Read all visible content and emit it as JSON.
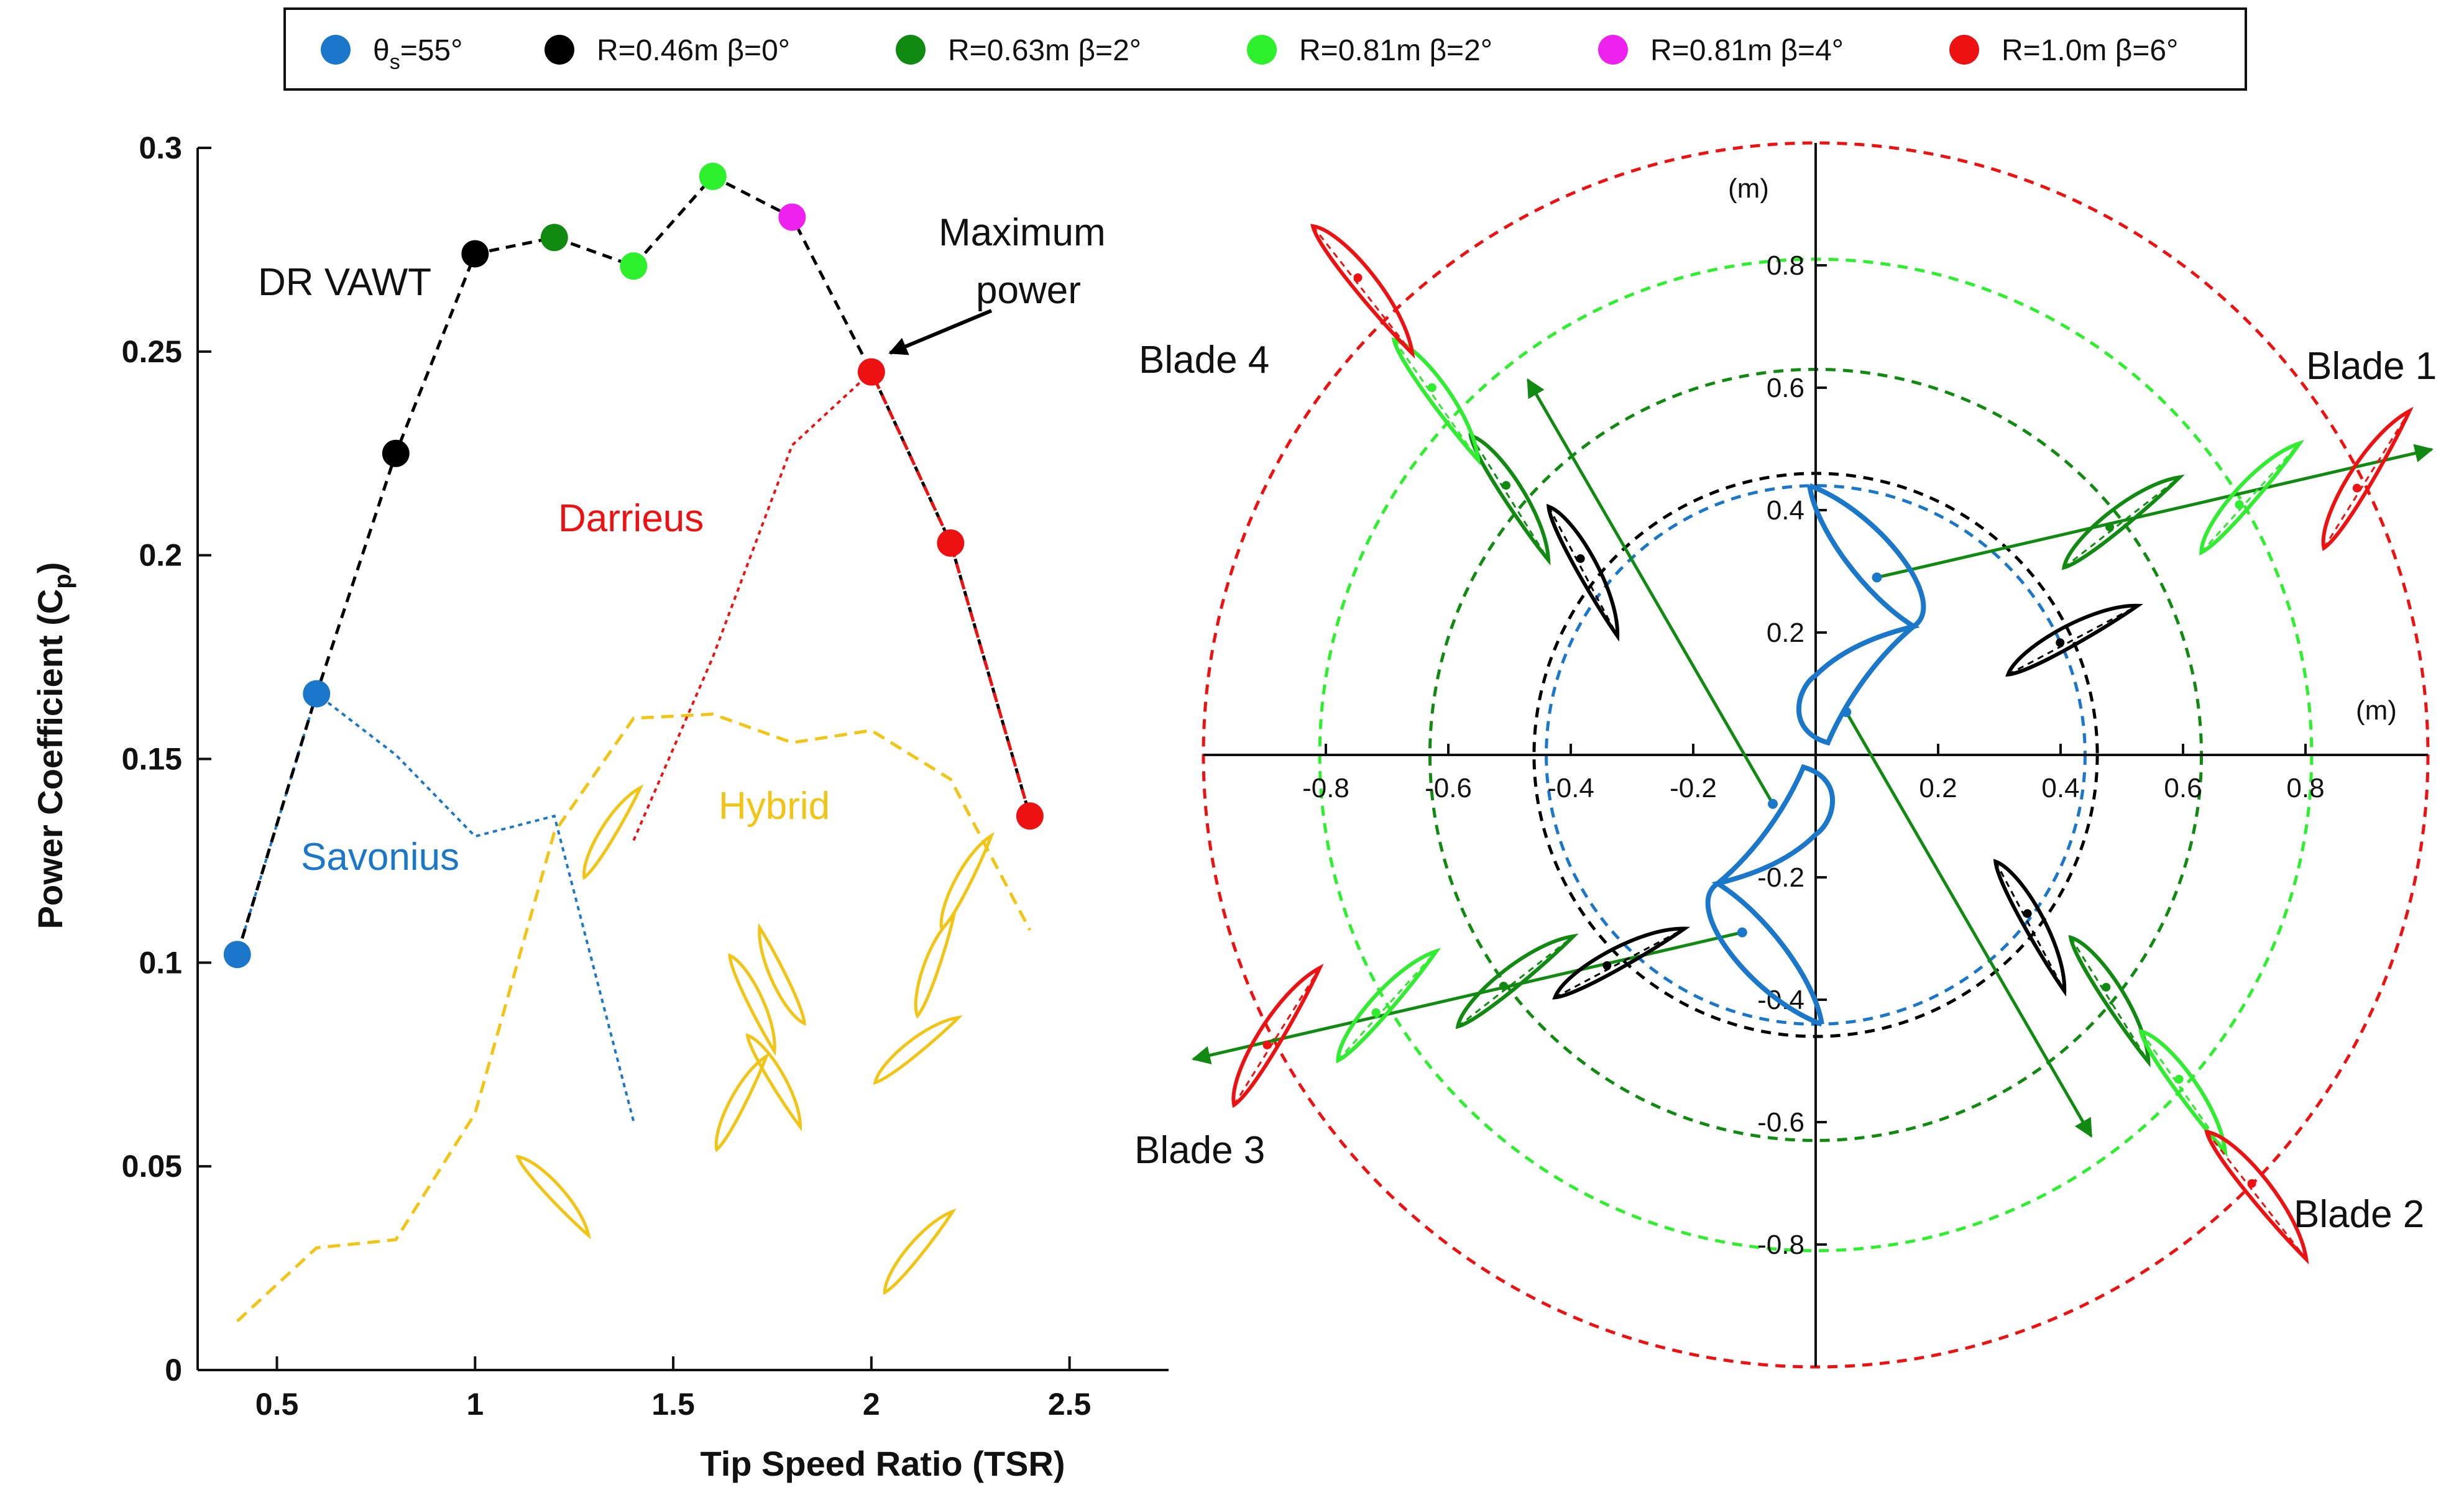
{
  "colors": {
    "blue": "#1a77c9",
    "black": "#000000",
    "darkgreen": "#108a10",
    "green": "#2df02d",
    "magenta": "#ee22ee",
    "red": "#ee1111",
    "yellow": "#f2c414",
    "axis": "#111111"
  },
  "legend": {
    "items": [
      {
        "label": "θs=55°",
        "color": "#1a77c9"
      },
      {
        "label": "R=0.46m β=0°",
        "color": "#000000"
      },
      {
        "label": "R=0.63m β=2°",
        "color": "#108a10"
      },
      {
        "label": "R=0.81m β=2°",
        "color": "#2df02d"
      },
      {
        "label": "R=0.81m β=4°",
        "color": "#ee22ee"
      },
      {
        "label": "R=1.0m β=6°",
        "color": "#ee1111"
      }
    ]
  },
  "chart_data": [
    {
      "type": "line",
      "xlabel": "Tip Speed Ratio (TSR)",
      "ylabel": "Power Coefficient (Cp)",
      "xlim": [
        0.3,
        2.75
      ],
      "ylim": [
        0,
        0.3
      ],
      "xticks": [
        "0.5",
        "1",
        "1.5",
        "2",
        "2.5"
      ],
      "yticks": [
        "0",
        "0.05",
        "0.1",
        "0.15",
        "0.2",
        "0.25",
        "0.3"
      ],
      "grid": false,
      "annotations": {
        "dr_vawt": "DR VAWT",
        "maximum": "Maximum",
        "power": "power",
        "darrieus": "Darrieus",
        "savonius": "Savonius",
        "hybrid": "Hybrid"
      },
      "series": [
        {
          "kind": "dr_vawt",
          "color": "#000000",
          "x": [
            0.4,
            0.6,
            0.8,
            1.0,
            1.2,
            1.4,
            1.6,
            1.8,
            2.0,
            2.2,
            2.4
          ],
          "y": [
            0.102,
            0.166,
            0.225,
            0.274,
            0.278,
            0.271,
            0.293,
            0.283,
            0.245,
            0.203,
            0.136
          ],
          "marker_colors": [
            "#1a77c9",
            "#1a77c9",
            "#000000",
            "#000000",
            "#108a10",
            "#2df02d",
            "#2df02d",
            "#ee22ee",
            "#ee1111",
            "#ee1111",
            "#ee1111"
          ]
        },
        {
          "kind": "savonius",
          "color": "#1a77c9",
          "x": [
            0.4,
            0.6,
            0.8,
            1.0,
            1.2,
            1.4
          ],
          "y": [
            0.102,
            0.166,
            0.151,
            0.131,
            0.136,
            0.061
          ]
        },
        {
          "kind": "darrieus",
          "color": "#ee1111",
          "x": [
            1.4,
            1.6,
            1.8,
            2.0
          ],
          "y": [
            0.13,
            0.175,
            0.227,
            0.245
          ]
        },
        {
          "kind": "hybrid",
          "color": "#f2c414",
          "x": [
            0.4,
            0.6,
            0.8,
            1.0,
            1.2,
            1.4,
            1.6,
            1.8,
            2.0,
            2.2,
            2.4
          ],
          "y": [
            0.012,
            0.03,
            0.032,
            0.063,
            0.132,
            0.16,
            0.161,
            0.154,
            0.157,
            0.145,
            0.108
          ]
        }
      ]
    },
    {
      "type": "scatter",
      "xlabel": "(m)",
      "ylabel": "(m)",
      "xlim": [
        -1.0,
        1.0
      ],
      "ylim": [
        -1.0,
        1.0
      ],
      "xticks": [
        "-0.8",
        "-0.6",
        "-0.4",
        "-0.2",
        "0.2",
        "0.4",
        "0.6",
        "0.8"
      ],
      "yticks": [
        "-0.8",
        "-0.6",
        "-0.4",
        "-0.2",
        "0.2",
        "0.4",
        "0.6",
        "0.8"
      ],
      "circles": [
        {
          "r": 0.44,
          "color": "#1a77c9"
        },
        {
          "r": 0.46,
          "color": "#000000"
        },
        {
          "r": 0.63,
          "color": "#108a10"
        },
        {
          "r": 0.81,
          "color": "#2df02d"
        },
        {
          "r": 1.0,
          "color": "#ee1111"
        }
      ],
      "blade_labels": [
        "Blade 1",
        "Blade 2",
        "Blade 3",
        "Blade 4"
      ]
    }
  ]
}
